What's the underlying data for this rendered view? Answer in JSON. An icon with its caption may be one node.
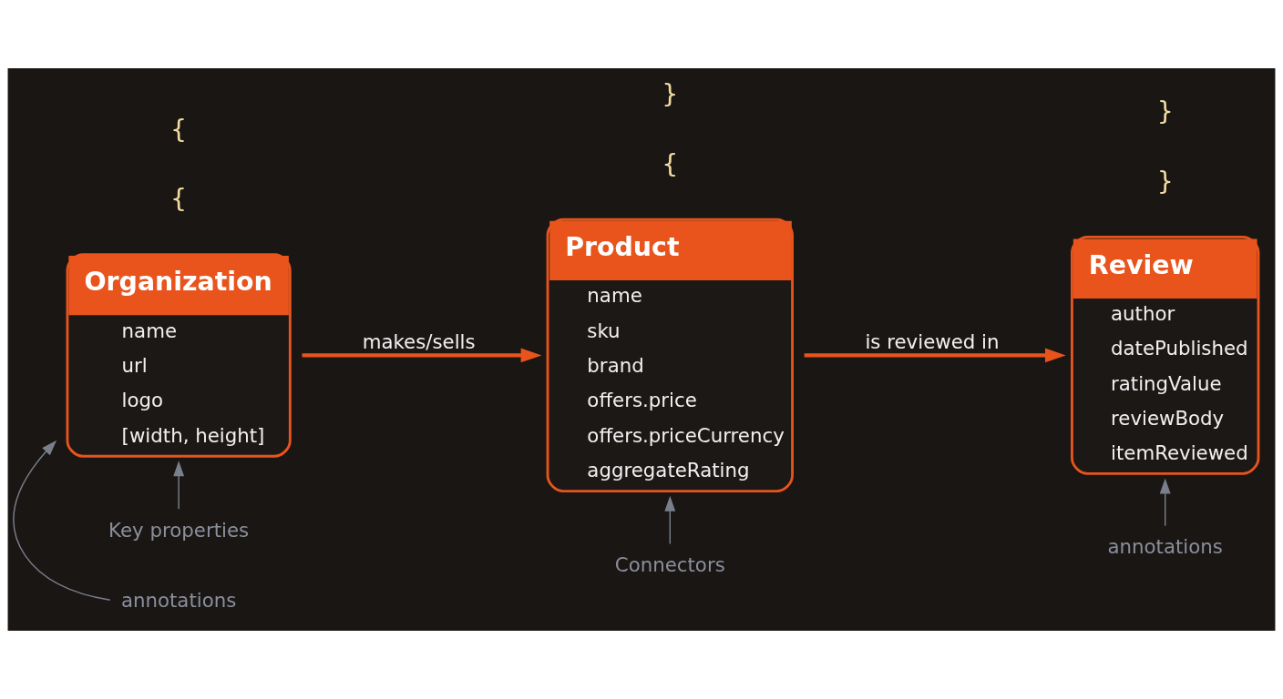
{
  "diagram": {
    "nodes": [
      {
        "text": [
          "Organization",
          "name",
          "url",
          "logo",
          "[width, height]"
        ]
      },
      {
        "text": [
          "Product",
          "name",
          "sku",
          "brand",
          "offers.price",
          "offers.priceCurrency",
          "aggregateRating"
        ]
      },
      {
        "text": [
          "Review",
          "author",
          "datePublished",
          "ratingValue",
          "reviewBody",
          "itemReviewed"
        ]
      },
      {
        "text": [
          "Key properties"
        ]
      },
      {
        "text": [
          "Connectors"
        ]
      },
      {
        "text": [
          "annotations"
        ]
      },
      {
        "text": [
          "annotations"
        ]
      }
    ],
    "edges": [
      {
        "from": 0,
        "to": 1,
        "arrow": "to",
        "label": "makes/sells",
        "style": "thick",
        "color": "#e8541c"
      },
      {
        "from": 1,
        "to": 2,
        "arrow": "to",
        "label": "is reviewed in",
        "style": "thick",
        "color": "#e8541c"
      },
      {
        "from": 3,
        "to": 0,
        "arrow": "to",
        "color": "#7a7f8c"
      },
      {
        "from": 4,
        "to": 1,
        "arrow": "to",
        "color": "#7a7f8c"
      },
      {
        "from": 5,
        "to": 0,
        "arrow": "to",
        "color": "#7a7f8c"
      },
      {
        "from": 6,
        "to": 2,
        "arrow": "to",
        "color": "#7a7f8c"
      }
    ],
    "labels": [
      "{",
      "{",
      "}",
      "{",
      "}",
      "}"
    ]
  }
}
